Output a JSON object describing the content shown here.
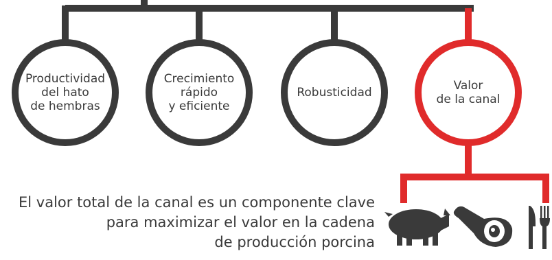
{
  "circles": [
    {
      "id": "productividad",
      "lines": [
        "Productividad",
        "del hato",
        "de hembras"
      ],
      "highlighted": false
    },
    {
      "id": "crecimiento",
      "lines": [
        "Crecimiento",
        "rápido",
        "y eficiente"
      ],
      "highlighted": false
    },
    {
      "id": "robusticidad",
      "lines": [
        "Robusticidad"
      ],
      "highlighted": false
    },
    {
      "id": "valor-canal",
      "lines": [
        "Valor",
        "de la canal"
      ],
      "highlighted": true
    }
  ],
  "caption": {
    "lines": [
      "El valor total de la canal es un componente clave",
      "para maximizar el valor en la cadena",
      "de producción porcina"
    ]
  },
  "icons": [
    "pig-icon",
    "ham-icon",
    "knife-fork-icon"
  ],
  "colors": {
    "dark": "#3a3a3a",
    "accent": "#e02b2b"
  }
}
